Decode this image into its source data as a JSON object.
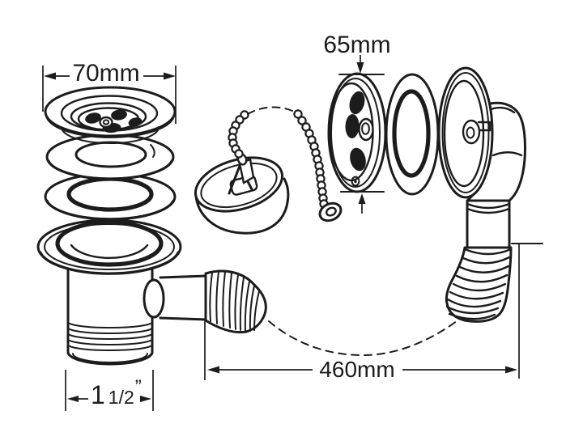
{
  "colors": {
    "background": "#ffffff",
    "line": "#1c1c1c"
  },
  "annotations": {
    "strainer_flange_diameter": "70mm",
    "overflow_plate_diameter": "65mm",
    "overflow_hose_length": "460mm",
    "waste_outlet_thread": {
      "whole": "1",
      "fraction": "1/2",
      "inch_mark": "”"
    }
  }
}
